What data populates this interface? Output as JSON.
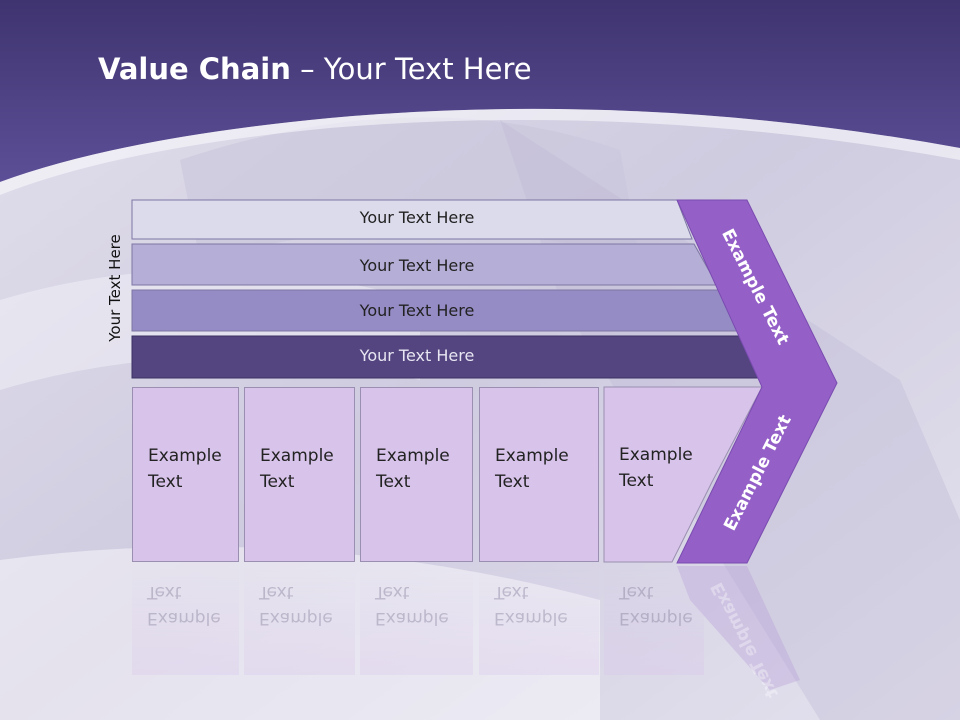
{
  "slide": {
    "title_bold": "Value Chain",
    "title_rest": " – Your Text Here",
    "side_label": "Your Text Here"
  },
  "bands": [
    {
      "label": "Your Text Here",
      "fill": "#dcdbec",
      "text_color": "#222222"
    },
    {
      "label": "Your Text Here",
      "fill": "#b5aed6",
      "text_color": "#222222"
    },
    {
      "label": "Your Text Here",
      "fill": "#958bc5",
      "text_color": "#222222"
    },
    {
      "label": "Your Text Here",
      "fill": "#544580",
      "text_color": "#e8e6f2"
    }
  ],
  "activities": [
    {
      "line1": "Example",
      "line2": "Text"
    },
    {
      "line1": "Example",
      "line2": "Text"
    },
    {
      "line1": "Example",
      "line2": "Text"
    },
    {
      "line1": "Example",
      "line2": "Text"
    },
    {
      "line1": "Example",
      "line2": "Text"
    }
  ],
  "chevron": {
    "upper_label": "Example Text",
    "lower_label": "Example Text",
    "fill": "#9460c8"
  },
  "colors": {
    "header": "#4e3f85",
    "cell_fill": "#d8c3ea"
  }
}
